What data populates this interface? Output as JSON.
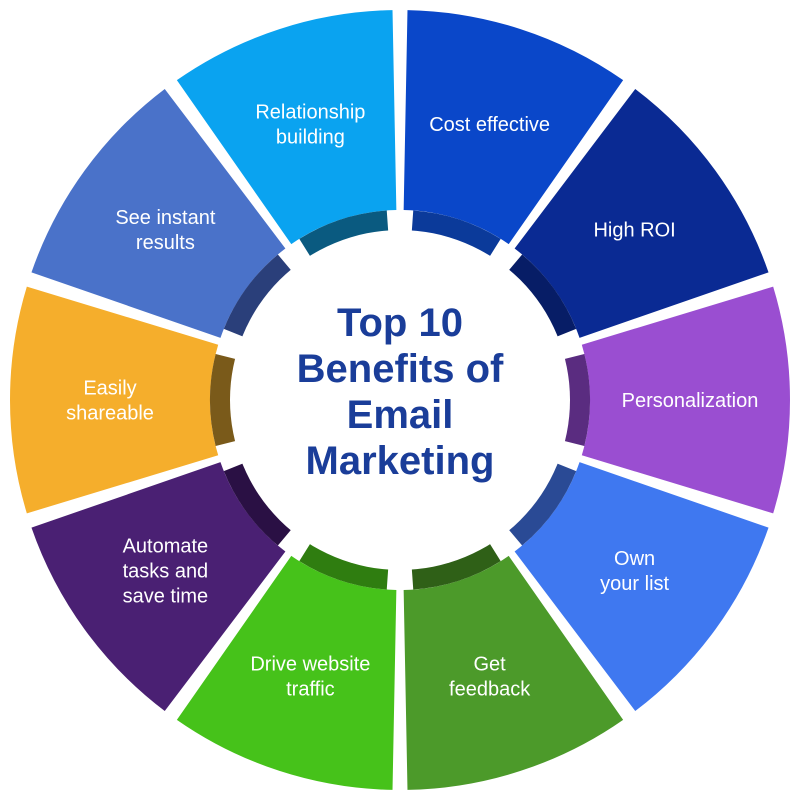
{
  "title_lines": [
    "Top 10",
    "Benefits of",
    "Email",
    "Marketing"
  ],
  "segments": [
    {
      "lines": [
        "Cost effective"
      ],
      "color": "#0a47c9",
      "hub": "#0b3a9a"
    },
    {
      "lines": [
        "High ROI"
      ],
      "color": "#0a2a93",
      "hub": "#071d66"
    },
    {
      "lines": [
        "Personalization"
      ],
      "color": "#9a4ed1",
      "hub": "#5a2c80"
    },
    {
      "lines": [
        "Own",
        "your list"
      ],
      "color": "#3f78f0",
      "hub": "#2a4a95"
    },
    {
      "lines": [
        "Get",
        "feedback"
      ],
      "color": "#4c9a2a",
      "hub": "#2f6017"
    },
    {
      "lines": [
        "Drive website",
        "traffic"
      ],
      "color": "#46c21a",
      "hub": "#2f7d10"
    },
    {
      "lines": [
        "Automate",
        "tasks and",
        "save time"
      ],
      "color": "#4a2073",
      "hub": "#2a1044"
    },
    {
      "lines": [
        "Easily",
        "shareable"
      ],
      "color": "#f5ae2c",
      "hub": "#7a5a1a"
    },
    {
      "lines": [
        "See instant",
        "results"
      ],
      "color": "#4a72c9",
      "hub": "#2a3f7a"
    },
    {
      "lines": [
        "Relationship",
        "building"
      ],
      "color": "#0aa3f0",
      "hub": "#0a5a80"
    }
  ]
}
